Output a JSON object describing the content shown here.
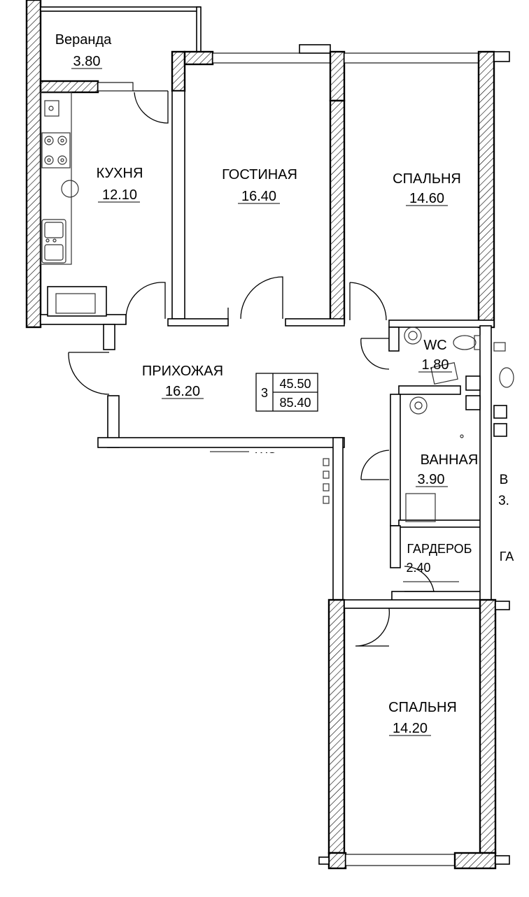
{
  "rooms": {
    "veranda": {
      "name": "Веранда",
      "area": "3.80"
    },
    "kitchen": {
      "name": "КУХНЯ",
      "area": "12.10"
    },
    "living": {
      "name": "ГОСТИНАЯ",
      "area": "16.40"
    },
    "bedroom1": {
      "name": "СПАЛЬНЯ",
      "area": "14.60"
    },
    "wc": {
      "name": "WC",
      "area": "1.80"
    },
    "hall": {
      "name": "ПРИХОЖАЯ",
      "area": "16.20"
    },
    "bath": {
      "name": "ВАННАЯ",
      "area": "3.90"
    },
    "wardrobe": {
      "name": "ГАРДЕРОБ",
      "area": "2.40"
    },
    "bedroom2": {
      "name": "СПАЛЬНЯ",
      "area": "14.20"
    }
  },
  "summary": {
    "rooms_count": "3",
    "living_area": "45.50",
    "total_area": "85.40"
  },
  "neighbour_fragments": {
    "wc": "WC",
    "bath_letter": "В",
    "bath_area": "3.",
    "wardrobe": "ГА"
  }
}
